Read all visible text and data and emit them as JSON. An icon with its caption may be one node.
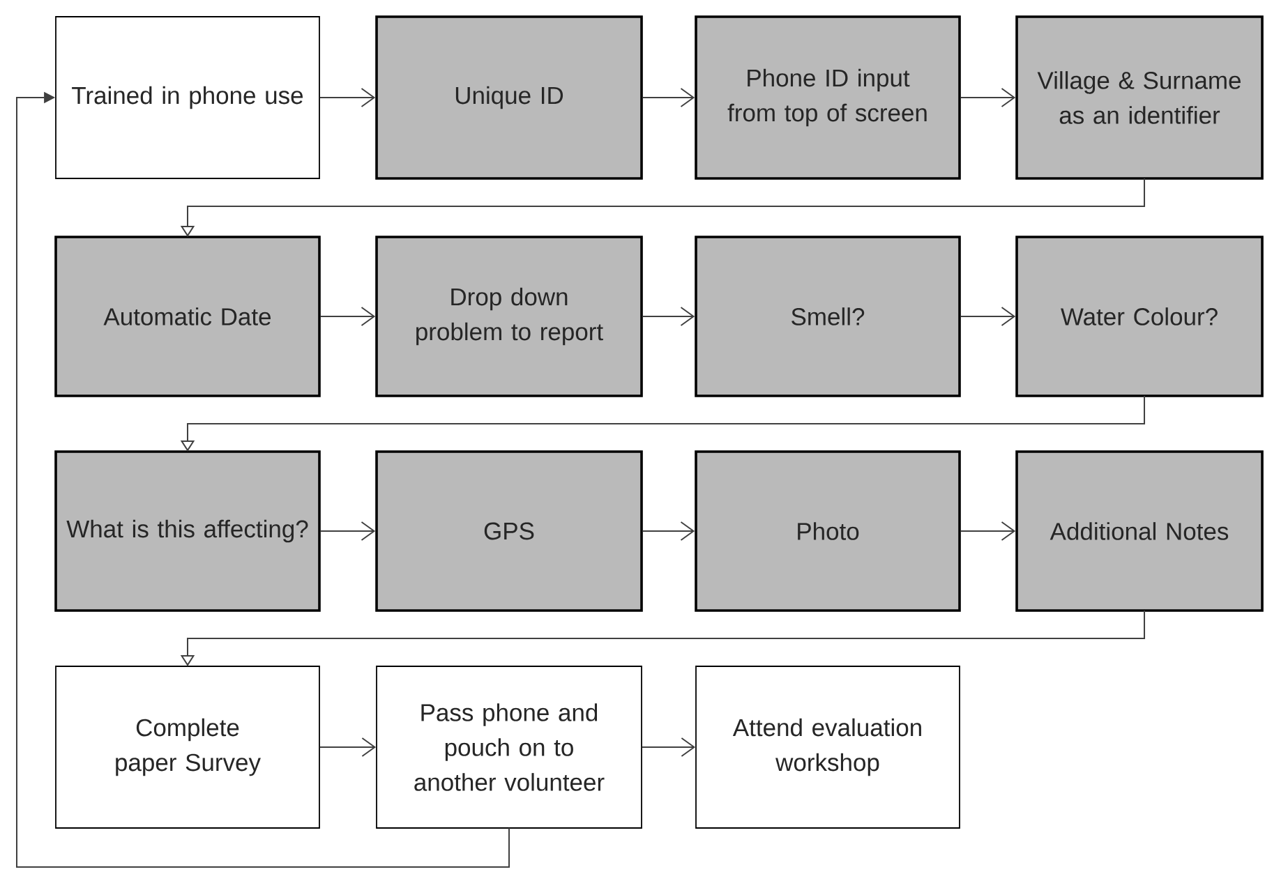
{
  "diagram": {
    "nodes": [
      {
        "text": [
          "Trained in phone use"
        ]
      },
      {
        "text": [
          "Unique ID"
        ]
      },
      {
        "text": [
          "Phone ID input from top of screen"
        ]
      },
      {
        "text": [
          "Village & Surname as an identifier"
        ]
      },
      {
        "text": [
          "Automatic Date"
        ]
      },
      {
        "text": [
          "Drop down problem to report"
        ]
      },
      {
        "text": [
          "Smell?"
        ]
      },
      {
        "text": [
          "Water Colour?"
        ]
      },
      {
        "text": [
          "What is this affecting?"
        ]
      },
      {
        "text": [
          "GPS"
        ]
      },
      {
        "text": [
          "Photo"
        ]
      },
      {
        "text": [
          "Additional Notes"
        ]
      },
      {
        "text": [
          "Complete paper Survey"
        ]
      },
      {
        "text": [
          "Pass phone and pouch on to another volunteer"
        ]
      },
      {
        "text": [
          "Attend evaluation workshop"
        ]
      }
    ],
    "edges": [
      {
        "from": 0,
        "to": 1,
        "arrow": "to"
      },
      {
        "from": 1,
        "to": 2,
        "arrow": "to"
      },
      {
        "from": 2,
        "to": 3,
        "arrow": "to"
      },
      {
        "from": 3,
        "to": 4,
        "arrow": "to"
      },
      {
        "from": 4,
        "to": 5,
        "arrow": "to"
      },
      {
        "from": 5,
        "to": 6,
        "arrow": "to"
      },
      {
        "from": 6,
        "to": 7,
        "arrow": "to"
      },
      {
        "from": 7,
        "to": 8,
        "arrow": "to"
      },
      {
        "from": 8,
        "to": 9,
        "arrow": "to"
      },
      {
        "from": 9,
        "to": 10,
        "arrow": "to"
      },
      {
        "from": 10,
        "to": 11,
        "arrow": "to"
      },
      {
        "from": 11,
        "to": 12,
        "arrow": "to"
      },
      {
        "from": 12,
        "to": 13,
        "arrow": "to"
      },
      {
        "from": 13,
        "to": 14,
        "arrow": "to"
      },
      {
        "from": 13,
        "to": 0,
        "arrow": "to"
      }
    ]
  }
}
